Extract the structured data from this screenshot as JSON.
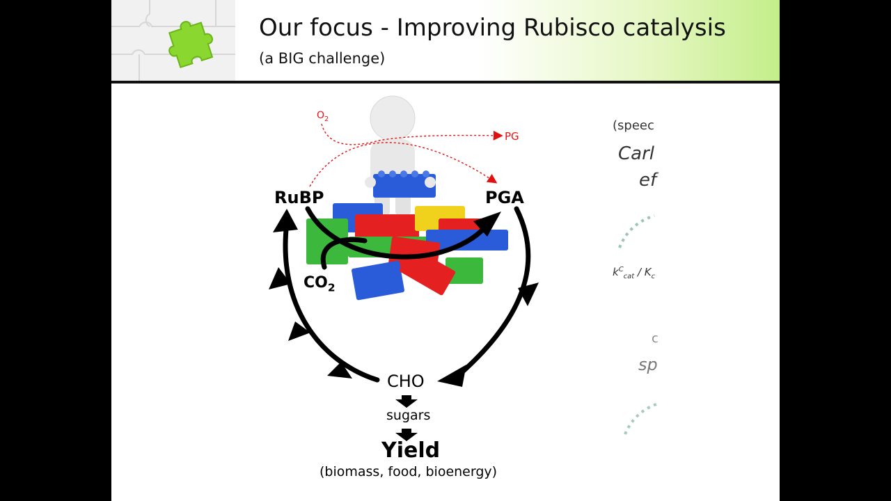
{
  "header": {
    "title": "Our focus - Improving Rubisco catalysis",
    "subtitle": "(a BIG challenge)"
  },
  "diagram": {
    "o2_label": "O2",
    "pg_label": "PG",
    "rubp_label": "RuBP",
    "pga_label": "PGA",
    "co2_label": "CO2",
    "cho_label": "CHO",
    "sugars_label": "sugars",
    "yield_label": "Yield",
    "yield_examples": "(biomass, food, bioenergy)"
  },
  "side_panel": {
    "speed_text": "(speec",
    "carb_text": "Carl",
    "ef_text": "ef",
    "kcat_k": "k",
    "kcat_sup": "C",
    "kcat_sub": "cat",
    "kcat_rest": " / K",
    "kcat_tail": "c",
    "sp_text": "sp",
    "c_text": "c"
  },
  "colors": {
    "accent_green": "#8ad82f",
    "arrow_red": "#e11111",
    "header_rule": "#111111"
  }
}
